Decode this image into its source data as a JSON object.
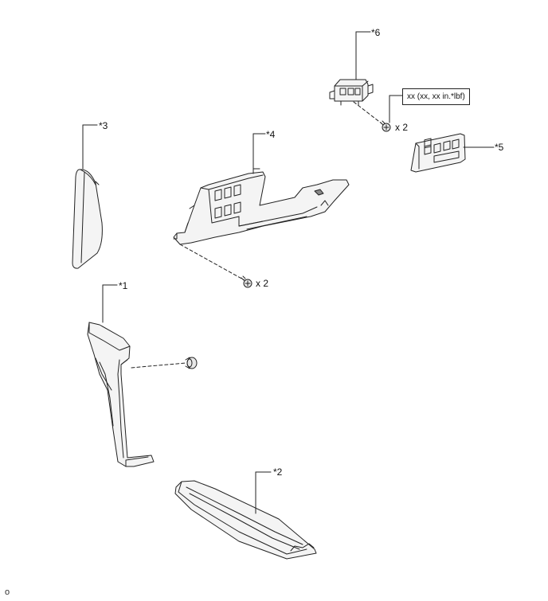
{
  "parts": {
    "p1": "*1",
    "p2": "*2",
    "p3": "*3",
    "p4": "*4",
    "p5": "*5",
    "p6": "*6"
  },
  "fasteners": {
    "screw_qty_top": "x 2",
    "screw_qty_mid": "x 2"
  },
  "torque": {
    "spec": "xx (xx, xx in.*lbf)"
  },
  "footer": {
    "code": "o"
  }
}
